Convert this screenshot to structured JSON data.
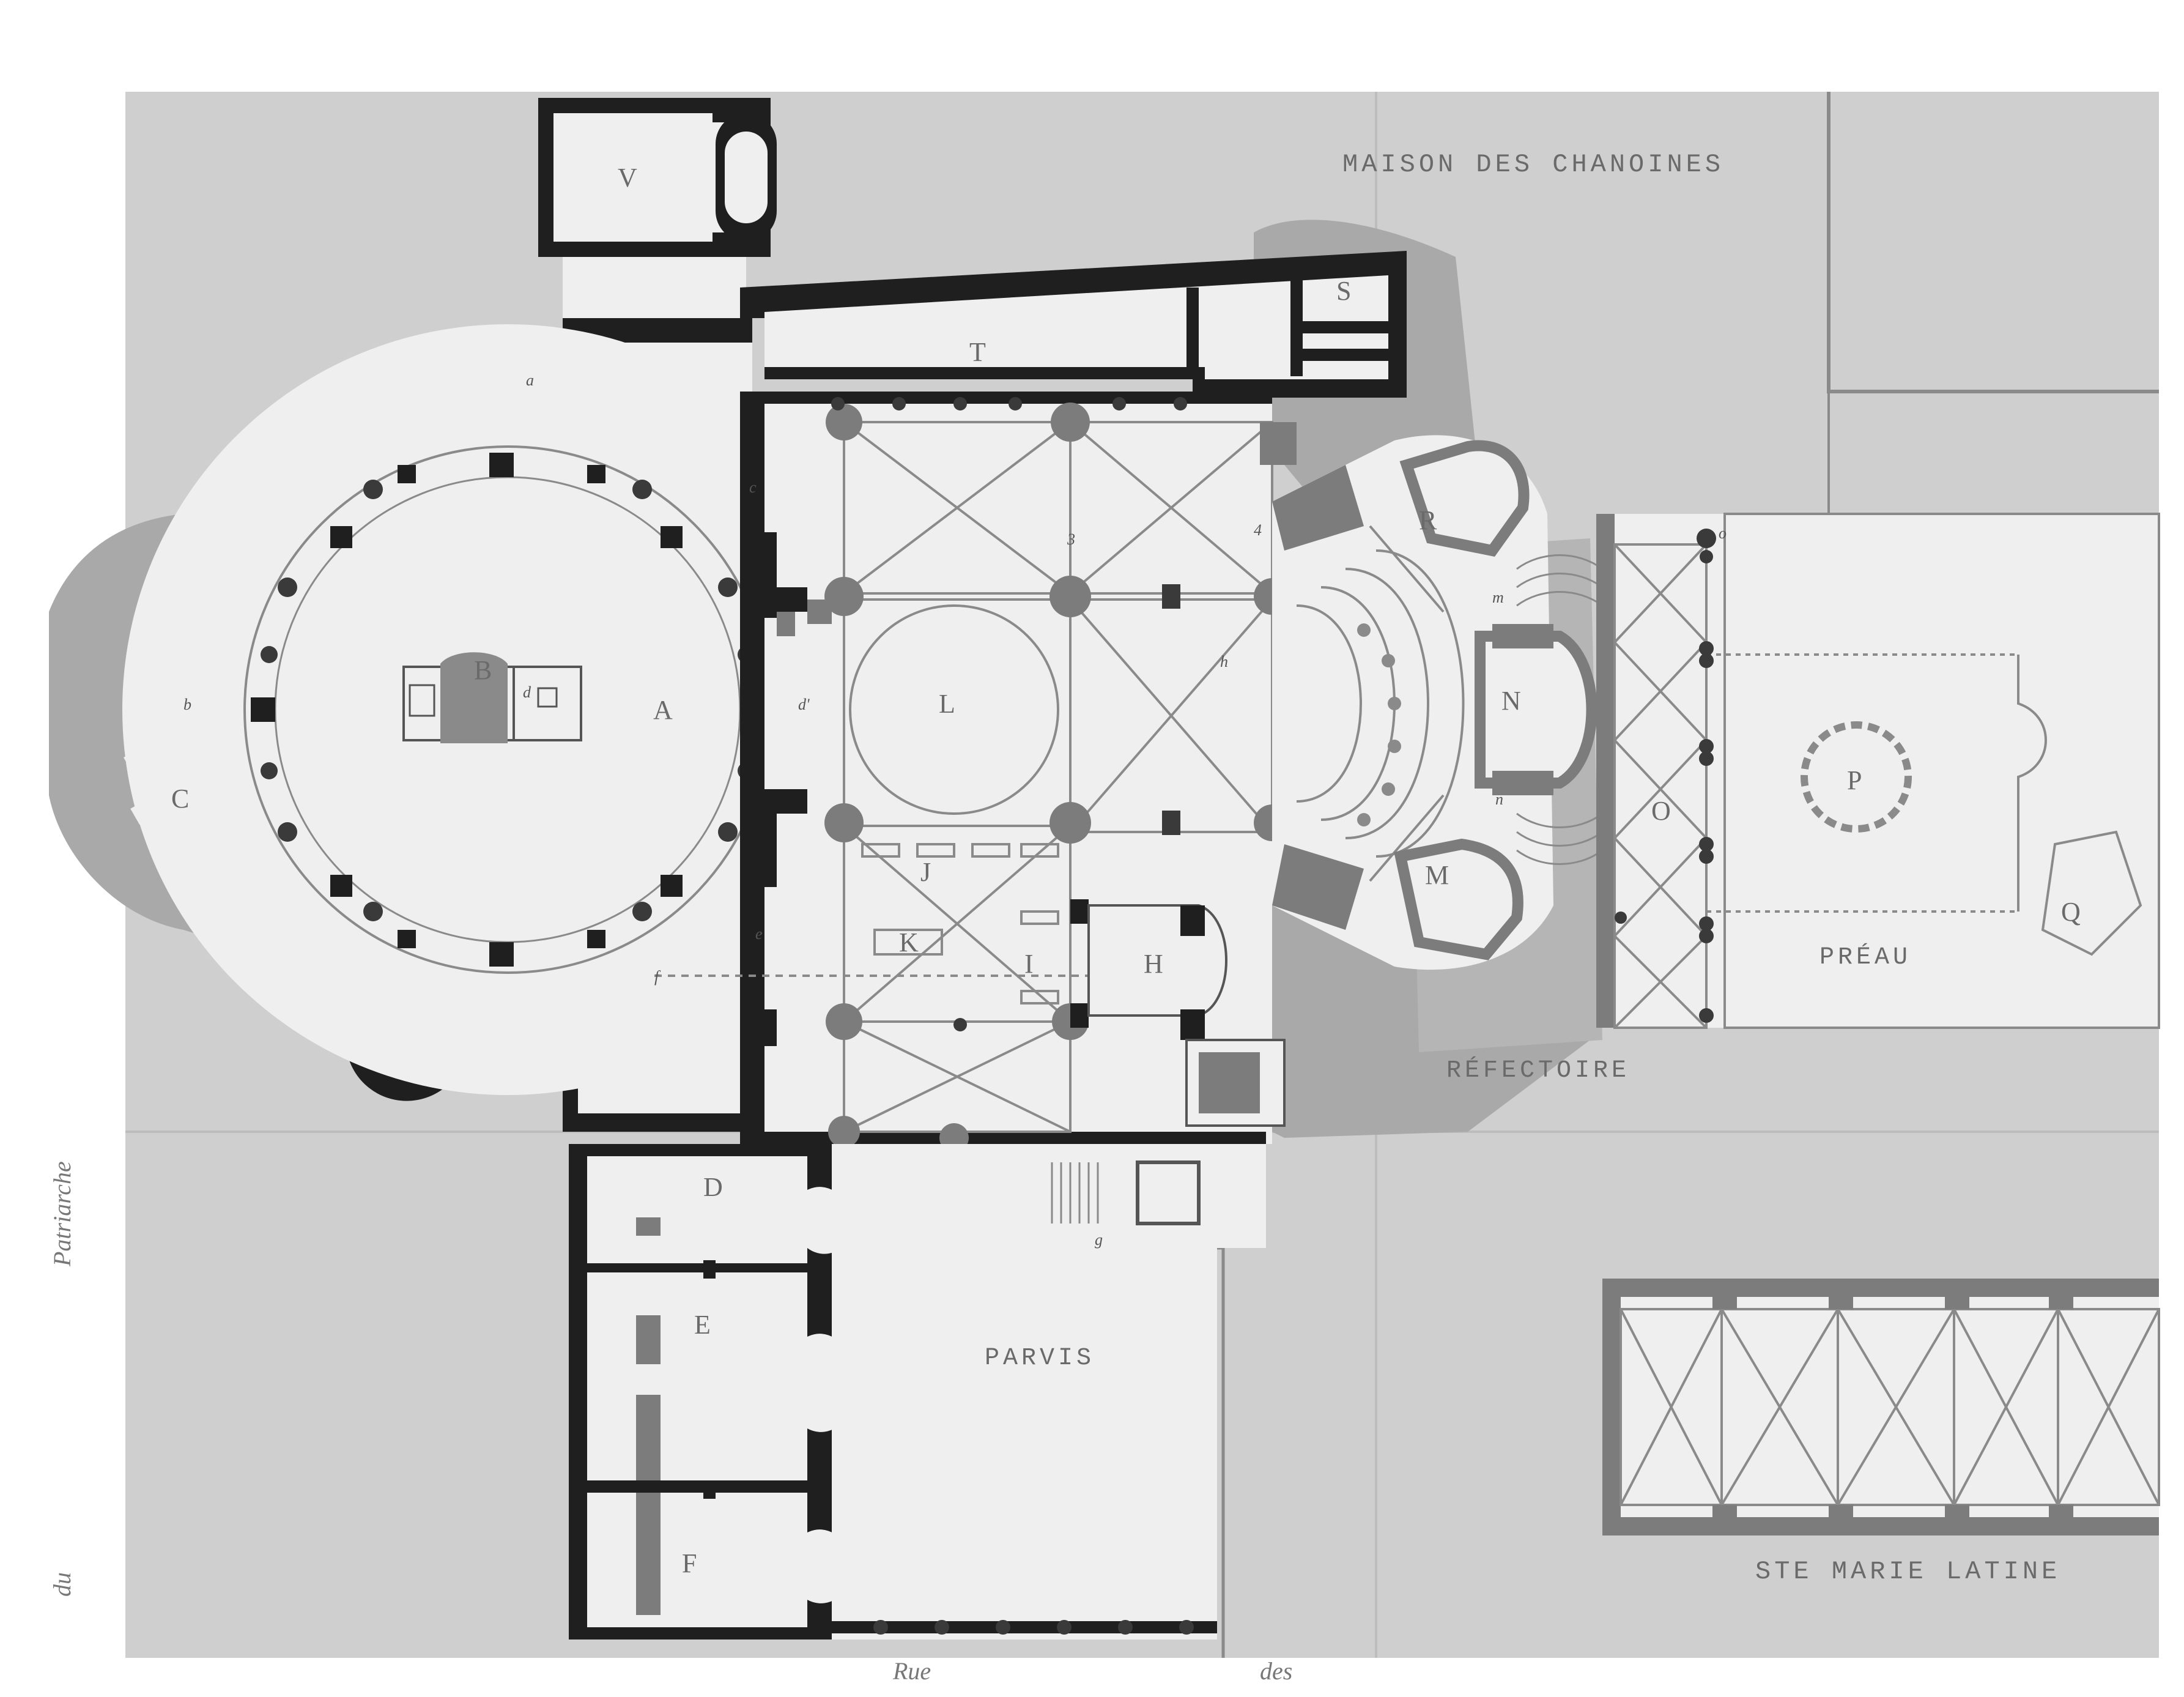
{
  "colors": {
    "paper": "#ffffff",
    "ground": "#cfcfcf",
    "floor": "#efefef",
    "wall": "#1f1f1f",
    "column": "#3a3a3a",
    "pier": "#7c7c7c",
    "rubble": "#a9a9a9",
    "line": "#8a8a8a",
    "text": "#6a6a6a"
  },
  "area_labels": {
    "maison": "MAISON DES CHANOINES",
    "parvis": "PARVIS",
    "preau": "PRÉAU",
    "refectoire": "RÉFECTOIRE",
    "ste_marie": "STE MARIE LATINE"
  },
  "room_letters": {
    "A": "A",
    "B": "B",
    "C": "C",
    "D": "D",
    "E": "E",
    "F": "F",
    "H": "H",
    "I": "I",
    "J": "J",
    "K": "K",
    "L": "L",
    "M": "M",
    "N": "N",
    "O": "O",
    "P": "P",
    "Q": "Q",
    "R": "R",
    "S": "S",
    "T": "T",
    "V": "V"
  },
  "small_marks": {
    "a": "a",
    "b": "b",
    "c": "c",
    "d": "d",
    "d2": "d'",
    "e": "e",
    "f": "f",
    "g": "g",
    "h": "h",
    "m": "m",
    "n": "n",
    "o": "o",
    "three": "3",
    "four": "4"
  },
  "margin_text": {
    "left_top": "Patriarche",
    "left_bottom": "du",
    "bottom_1": "Rue",
    "bottom_2": "des"
  }
}
